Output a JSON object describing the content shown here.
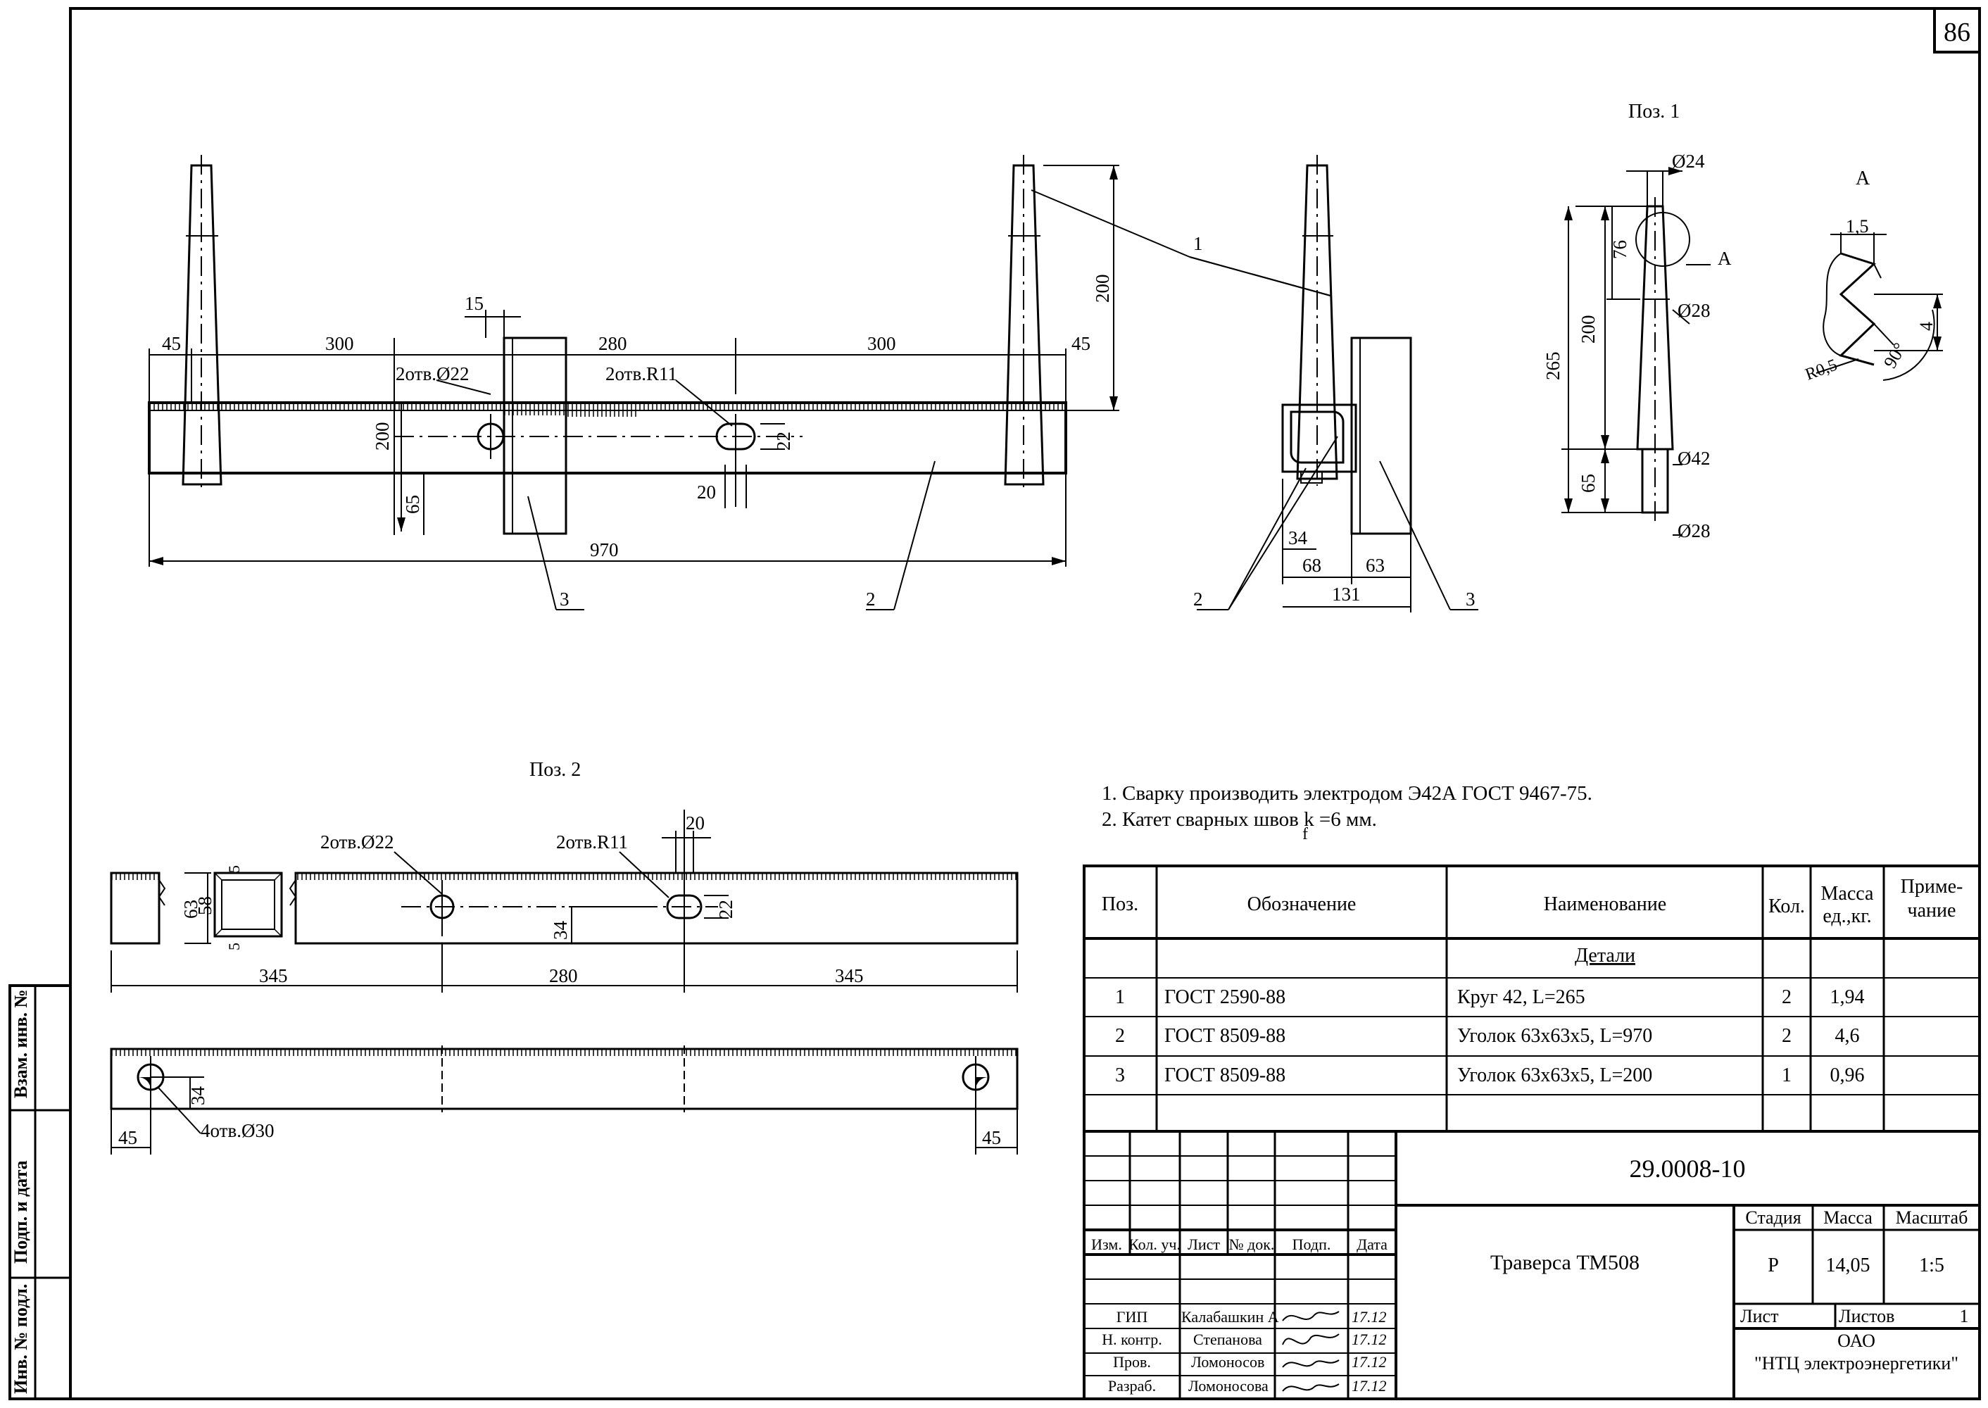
{
  "sheet_number": "86",
  "views": {
    "pos1_title": "Поз. 1",
    "pos2_title": "Поз. 2",
    "detail_label": "A"
  },
  "main_view": {
    "dims": [
      "45",
      "300",
      "280",
      "300",
      "45",
      "15",
      "200",
      "65",
      "970",
      "20",
      "22",
      "200"
    ],
    "holes_round": "2отв.Ø22",
    "holes_slot": "2отв.R11",
    "callouts": [
      "1",
      "2",
      "3"
    ]
  },
  "side_view": {
    "dims": [
      "34",
      "68",
      "63",
      "131"
    ],
    "callouts": [
      "2",
      "3"
    ]
  },
  "pos1_view": {
    "dims": [
      "Ø24",
      "76",
      "200",
      "265",
      "Ø28",
      "65",
      "Ø42",
      "Ø28"
    ],
    "detail_ref": "A"
  },
  "detail_view": {
    "dims": [
      "1,5",
      "4",
      "90°",
      "R0,5"
    ]
  },
  "pos2_view": {
    "dims_top": [
      "20",
      "63",
      "5",
      "58",
      "5",
      "22",
      "34",
      "345",
      "280",
      "345"
    ],
    "holes_round": "2отв.Ø22",
    "holes_slot": "2отв.R11",
    "dims_bottom": [
      "34",
      "45",
      "45"
    ],
    "holes_bottom": "4отв.Ø30"
  },
  "notes": [
    "1. Сварку производить электродом Э42А ГОСТ 9467-75.",
    "2. Катет сварных швов k =6 мм."
  ],
  "notes_subscript": "f",
  "spec_table": {
    "headers": {
      "pos": "Поз.",
      "designation": "Обозначение",
      "name": "Наименование",
      "qty": "Кол.",
      "mass_line1": "Масса",
      "mass_line2": "ед.,кг.",
      "note_line1": "Приме-",
      "note_line2": "чание"
    },
    "section": "Детали",
    "rows": [
      {
        "pos": "1",
        "designation": "ГОСТ 2590-88",
        "name": "Круг 42, L=265",
        "qty": "2",
        "mass": "1,94"
      },
      {
        "pos": "2",
        "designation": "ГОСТ 8509-88",
        "name": "Уголок 63x63x5,  L=970",
        "qty": "2",
        "mass": "4,6"
      },
      {
        "pos": "3",
        "designation": "ГОСТ 8509-88",
        "name": "Уголок 63x63x5,  L=200",
        "qty": "1",
        "mass": "0,96"
      }
    ]
  },
  "title_block": {
    "doc_code": "29.0008-10",
    "item_name": "Траверса ТМ508",
    "rev_headers": [
      "Изм.",
      "Кол. уч.",
      "Лист",
      "№ док.",
      "Подп.",
      "Дата"
    ],
    "stage_label": "Стадия",
    "mass_label": "Масса",
    "scale_label": "Масштаб",
    "stage": "Р",
    "mass": "14,05",
    "scale": "1:5",
    "sheet_label": "Лист",
    "sheets_label": "Листов",
    "sheets_count": "1",
    "org_line1": "ОАО",
    "org_line2": "\"НТЦ электроэнергетики\"",
    "staff": [
      {
        "role": "ГИП",
        "name": "Калабашкин А",
        "date": "17.12"
      },
      {
        "role": "Н. контр.",
        "name": "Степанова",
        "date": "17.12"
      },
      {
        "role": "Пров.",
        "name": "Ломоносов",
        "date": "17.12"
      },
      {
        "role": "Разраб.",
        "name": "Ломоносова",
        "date": "17.12"
      }
    ]
  },
  "side_stamp": [
    "Инв. № подл.",
    "Подп. и дата",
    "Взам. инв. №"
  ]
}
